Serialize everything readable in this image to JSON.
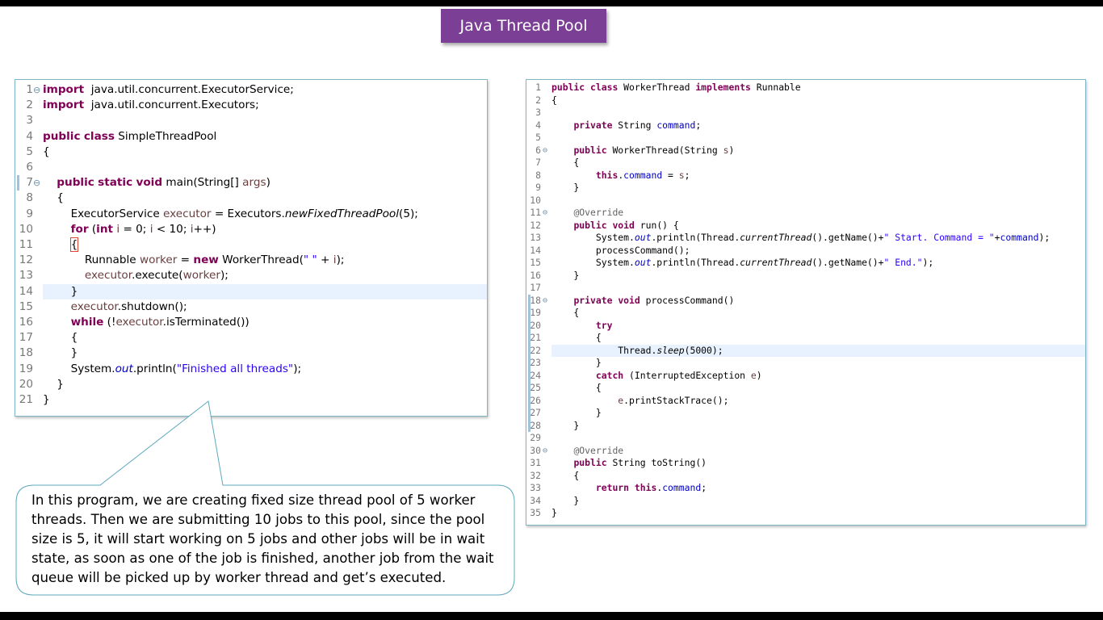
{
  "slide": {
    "title": "Java Thread Pool",
    "description": "In this  program, we are creating fixed size thread pool of 5 worker threads. Then we are submitting 10 jobs to this pool, since the pool size is 5, it will start working on 5 jobs and other jobs will be in wait state, as soon as one of the job is finished, another job from the wait queue will be picked up by worker thread and get’s executed."
  },
  "colors": {
    "title_bg": "#7b3f96",
    "panel_border": "#7fb6c8",
    "callout_border": "#5ea8bd",
    "keyword": "#7f0055",
    "field": "#0000c0",
    "string": "#2a00ff",
    "current_line": "#e8f2fe"
  },
  "left_editor": {
    "file": "SimpleThreadPool",
    "lines": [
      {
        "n": "1",
        "fold": "⊖",
        "spans": [
          [
            "kw",
            "import"
          ],
          [
            "",
            "  java.util.concurrent.ExecutorService;"
          ]
        ]
      },
      {
        "n": "2",
        "spans": [
          [
            "kw",
            "import"
          ],
          [
            "",
            "  java.util.concurrent.Executors;"
          ]
        ]
      },
      {
        "n": "3",
        "spans": []
      },
      {
        "n": "4",
        "spans": [
          [
            "kw",
            "public"
          ],
          [
            "",
            " "
          ],
          [
            "kw",
            "class"
          ],
          [
            "",
            " SimpleThreadPool"
          ]
        ]
      },
      {
        "n": "5",
        "spans": [
          [
            "",
            "{"
          ]
        ]
      },
      {
        "n": "6",
        "spans": []
      },
      {
        "n": "7",
        "fold": "⊖",
        "changed": true,
        "spans": [
          [
            "",
            "    "
          ],
          [
            "kw",
            "public"
          ],
          [
            "",
            " "
          ],
          [
            "kw",
            "static"
          ],
          [
            "",
            " "
          ],
          [
            "kw",
            "void"
          ],
          [
            "",
            " main(String[] "
          ],
          [
            "var",
            "args"
          ],
          [
            "",
            ")"
          ]
        ]
      },
      {
        "n": "8",
        "spans": [
          [
            "",
            "    {"
          ]
        ]
      },
      {
        "n": "9",
        "spans": [
          [
            "",
            "        ExecutorService "
          ],
          [
            "var",
            "executor"
          ],
          [
            "",
            " = Executors."
          ],
          [
            "it",
            "newFixedThreadPool"
          ],
          [
            "",
            "(5);"
          ]
        ]
      },
      {
        "n": "10",
        "spans": [
          [
            "",
            "        "
          ],
          [
            "kw",
            "for"
          ],
          [
            "",
            " ("
          ],
          [
            "kw",
            "int"
          ],
          [
            "",
            " "
          ],
          [
            "var",
            "i"
          ],
          [
            "",
            " = 0; "
          ],
          [
            "var",
            "i"
          ],
          [
            "",
            " < 10; "
          ],
          [
            "var",
            "i"
          ],
          [
            "",
            "++)"
          ]
        ]
      },
      {
        "n": "11",
        "spans": [
          [
            "",
            "        "
          ],
          [
            "box",
            "{"
          ]
        ]
      },
      {
        "n": "12",
        "spans": [
          [
            "",
            "            Runnable "
          ],
          [
            "var",
            "worker"
          ],
          [
            "",
            " = "
          ],
          [
            "kw",
            "new"
          ],
          [
            "",
            " WorkerThread("
          ],
          [
            "str",
            "\" \""
          ],
          [
            "",
            " + "
          ],
          [
            "var",
            "i"
          ],
          [
            "",
            ");"
          ]
        ]
      },
      {
        "n": "13",
        "spans": [
          [
            "",
            "            "
          ],
          [
            "var",
            "executor"
          ],
          [
            "",
            ".execute("
          ],
          [
            "var",
            "worker"
          ],
          [
            "",
            ");"
          ]
        ]
      },
      {
        "n": "14",
        "hl": true,
        "spans": [
          [
            "",
            "        }"
          ]
        ]
      },
      {
        "n": "15",
        "spans": [
          [
            "",
            "        "
          ],
          [
            "var",
            "executor"
          ],
          [
            "",
            ".shutdown();"
          ]
        ]
      },
      {
        "n": "16",
        "spans": [
          [
            "",
            "        "
          ],
          [
            "kw",
            "while"
          ],
          [
            "",
            " (!"
          ],
          [
            "var",
            "executor"
          ],
          [
            "",
            ".isTerminated())"
          ]
        ]
      },
      {
        "n": "17",
        "spans": [
          [
            "",
            "        {"
          ]
        ]
      },
      {
        "n": "18",
        "spans": [
          [
            "",
            "        }"
          ]
        ]
      },
      {
        "n": "19",
        "spans": [
          [
            "",
            "        System."
          ],
          [
            "fld it",
            "out"
          ],
          [
            "",
            ".println("
          ],
          [
            "str",
            "\"Finished all threads\""
          ],
          [
            "",
            ");"
          ]
        ]
      },
      {
        "n": "20",
        "spans": [
          [
            "",
            "    }"
          ]
        ]
      },
      {
        "n": "21",
        "spans": [
          [
            "",
            "}"
          ]
        ]
      }
    ]
  },
  "right_editor": {
    "file": "WorkerThread",
    "lines": [
      {
        "n": "1",
        "spans": [
          [
            "kw",
            "public"
          ],
          [
            "",
            " "
          ],
          [
            "kw",
            "class"
          ],
          [
            "",
            " WorkerThread "
          ],
          [
            "kw",
            "implements"
          ],
          [
            "",
            " Runnable"
          ]
        ]
      },
      {
        "n": "2",
        "spans": [
          [
            "",
            "{"
          ]
        ]
      },
      {
        "n": "3",
        "spans": []
      },
      {
        "n": "4",
        "spans": [
          [
            "",
            "    "
          ],
          [
            "kw",
            "private"
          ],
          [
            "",
            " String "
          ],
          [
            "fld",
            "command"
          ],
          [
            "",
            ";"
          ]
        ]
      },
      {
        "n": "5",
        "spans": []
      },
      {
        "n": "6",
        "fold": "⊖",
        "spans": [
          [
            "",
            "    "
          ],
          [
            "kw",
            "public"
          ],
          [
            "",
            " WorkerThread(String "
          ],
          [
            "var",
            "s"
          ],
          [
            "",
            ")"
          ]
        ]
      },
      {
        "n": "7",
        "spans": [
          [
            "",
            "    {"
          ]
        ]
      },
      {
        "n": "8",
        "spans": [
          [
            "",
            "        "
          ],
          [
            "kw",
            "this"
          ],
          [
            "",
            "."
          ],
          [
            "fld",
            "command"
          ],
          [
            "",
            " = "
          ],
          [
            "var",
            "s"
          ],
          [
            "",
            ";"
          ]
        ]
      },
      {
        "n": "9",
        "spans": [
          [
            "",
            "    }"
          ]
        ]
      },
      {
        "n": "10",
        "spans": []
      },
      {
        "n": "11",
        "fold": "⊖",
        "spans": [
          [
            "",
            "    "
          ],
          [
            "ann",
            "@Override"
          ]
        ]
      },
      {
        "n": "12",
        "spans": [
          [
            "",
            "    "
          ],
          [
            "kw",
            "public"
          ],
          [
            "",
            " "
          ],
          [
            "kw",
            "void"
          ],
          [
            "",
            " run() {"
          ]
        ]
      },
      {
        "n": "13",
        "spans": [
          [
            "",
            "        System."
          ],
          [
            "fld it",
            "out"
          ],
          [
            "",
            ".println(Thread."
          ],
          [
            "it",
            "currentThread"
          ],
          [
            "",
            "().getName()+"
          ],
          [
            "str",
            "\" Start. Command = \""
          ],
          [
            "",
            "+"
          ],
          [
            "fld",
            "command"
          ],
          [
            "",
            ");"
          ]
        ]
      },
      {
        "n": "14",
        "spans": [
          [
            "",
            "        processCommand();"
          ]
        ]
      },
      {
        "n": "15",
        "spans": [
          [
            "",
            "        System."
          ],
          [
            "fld it",
            "out"
          ],
          [
            "",
            ".println(Thread."
          ],
          [
            "it",
            "currentThread"
          ],
          [
            "",
            "().getName()+"
          ],
          [
            "str",
            "\" End.\""
          ],
          [
            "",
            ");"
          ]
        ]
      },
      {
        "n": "16",
        "spans": [
          [
            "",
            "    }"
          ]
        ]
      },
      {
        "n": "17",
        "spans": []
      },
      {
        "n": "18",
        "fold": "⊖",
        "changed": true,
        "spans": [
          [
            "",
            "    "
          ],
          [
            "kw",
            "private"
          ],
          [
            "",
            " "
          ],
          [
            "kw",
            "void"
          ],
          [
            "",
            " processCommand()"
          ]
        ]
      },
      {
        "n": "19",
        "changed": true,
        "spans": [
          [
            "",
            "    {"
          ]
        ]
      },
      {
        "n": "20",
        "changed": true,
        "spans": [
          [
            "",
            "        "
          ],
          [
            "kw",
            "try"
          ]
        ]
      },
      {
        "n": "21",
        "changed": true,
        "spans": [
          [
            "",
            "        {"
          ]
        ]
      },
      {
        "n": "22",
        "changed": true,
        "hl": true,
        "spans": [
          [
            "",
            "            Thread."
          ],
          [
            "it",
            "sleep"
          ],
          [
            "",
            "(5000);"
          ]
        ]
      },
      {
        "n": "23",
        "changed": true,
        "spans": [
          [
            "",
            "        }"
          ]
        ]
      },
      {
        "n": "24",
        "changed": true,
        "spans": [
          [
            "",
            "        "
          ],
          [
            "kw",
            "catch"
          ],
          [
            "",
            " (InterruptedException "
          ],
          [
            "var",
            "e"
          ],
          [
            "",
            ")"
          ]
        ]
      },
      {
        "n": "25",
        "changed": true,
        "spans": [
          [
            "",
            "        {"
          ]
        ]
      },
      {
        "n": "26",
        "changed": true,
        "spans": [
          [
            "",
            "            "
          ],
          [
            "var",
            "e"
          ],
          [
            "",
            ".printStackTrace();"
          ]
        ]
      },
      {
        "n": "27",
        "changed": true,
        "spans": [
          [
            "",
            "        }"
          ]
        ]
      },
      {
        "n": "28",
        "changed": true,
        "spans": [
          [
            "",
            "    }"
          ]
        ]
      },
      {
        "n": "29",
        "spans": []
      },
      {
        "n": "30",
        "fold": "⊖",
        "spans": [
          [
            "",
            "    "
          ],
          [
            "ann",
            "@Override"
          ]
        ]
      },
      {
        "n": "31",
        "spans": [
          [
            "",
            "    "
          ],
          [
            "kw",
            "public"
          ],
          [
            "",
            " String toString()"
          ]
        ]
      },
      {
        "n": "32",
        "spans": [
          [
            "",
            "    {"
          ]
        ]
      },
      {
        "n": "33",
        "spans": [
          [
            "",
            "        "
          ],
          [
            "kw",
            "return"
          ],
          [
            "",
            " "
          ],
          [
            "kw",
            "this"
          ],
          [
            "",
            "."
          ],
          [
            "fld",
            "command"
          ],
          [
            "",
            ";"
          ]
        ]
      },
      {
        "n": "34",
        "spans": [
          [
            "",
            "    }"
          ]
        ]
      },
      {
        "n": "35",
        "spans": [
          [
            "",
            "}"
          ]
        ]
      }
    ]
  }
}
